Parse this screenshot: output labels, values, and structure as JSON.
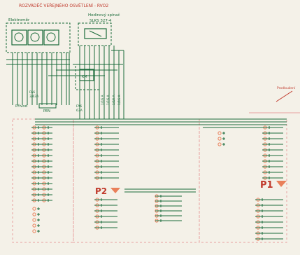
{
  "colors": {
    "paper": "#f4f1e8",
    "wire": "#1a6b3a",
    "dash": "#e8a1a1",
    "node": "#e9805a",
    "label": "#c0392b",
    "gray": "#7f8c8d"
  },
  "title": "ROZVÁDĚČ VEŘEJNÉHO OSVĚTLENÍ - RVO2",
  "blocks": {
    "elektromer": "Elektroměr",
    "hodinovy": "Hodinový spínač",
    "hodinovy_type": "SLKS 327-4",
    "fuse": "FA6\n3/63A",
    "prevod": "Přívod",
    "pen": "PEN",
    "breaker": "FA6\n63A",
    "mini_breaker_1": "1/16 A",
    "mini_breaker_2": "1/16 A",
    "mini_breaker_3": "1/16 A",
    "mini_breaker_4": "1/16 A"
  },
  "panels": {
    "p1": "P1",
    "p2": "P2"
  },
  "annotations": {
    "right_label": "Prodloužení"
  }
}
